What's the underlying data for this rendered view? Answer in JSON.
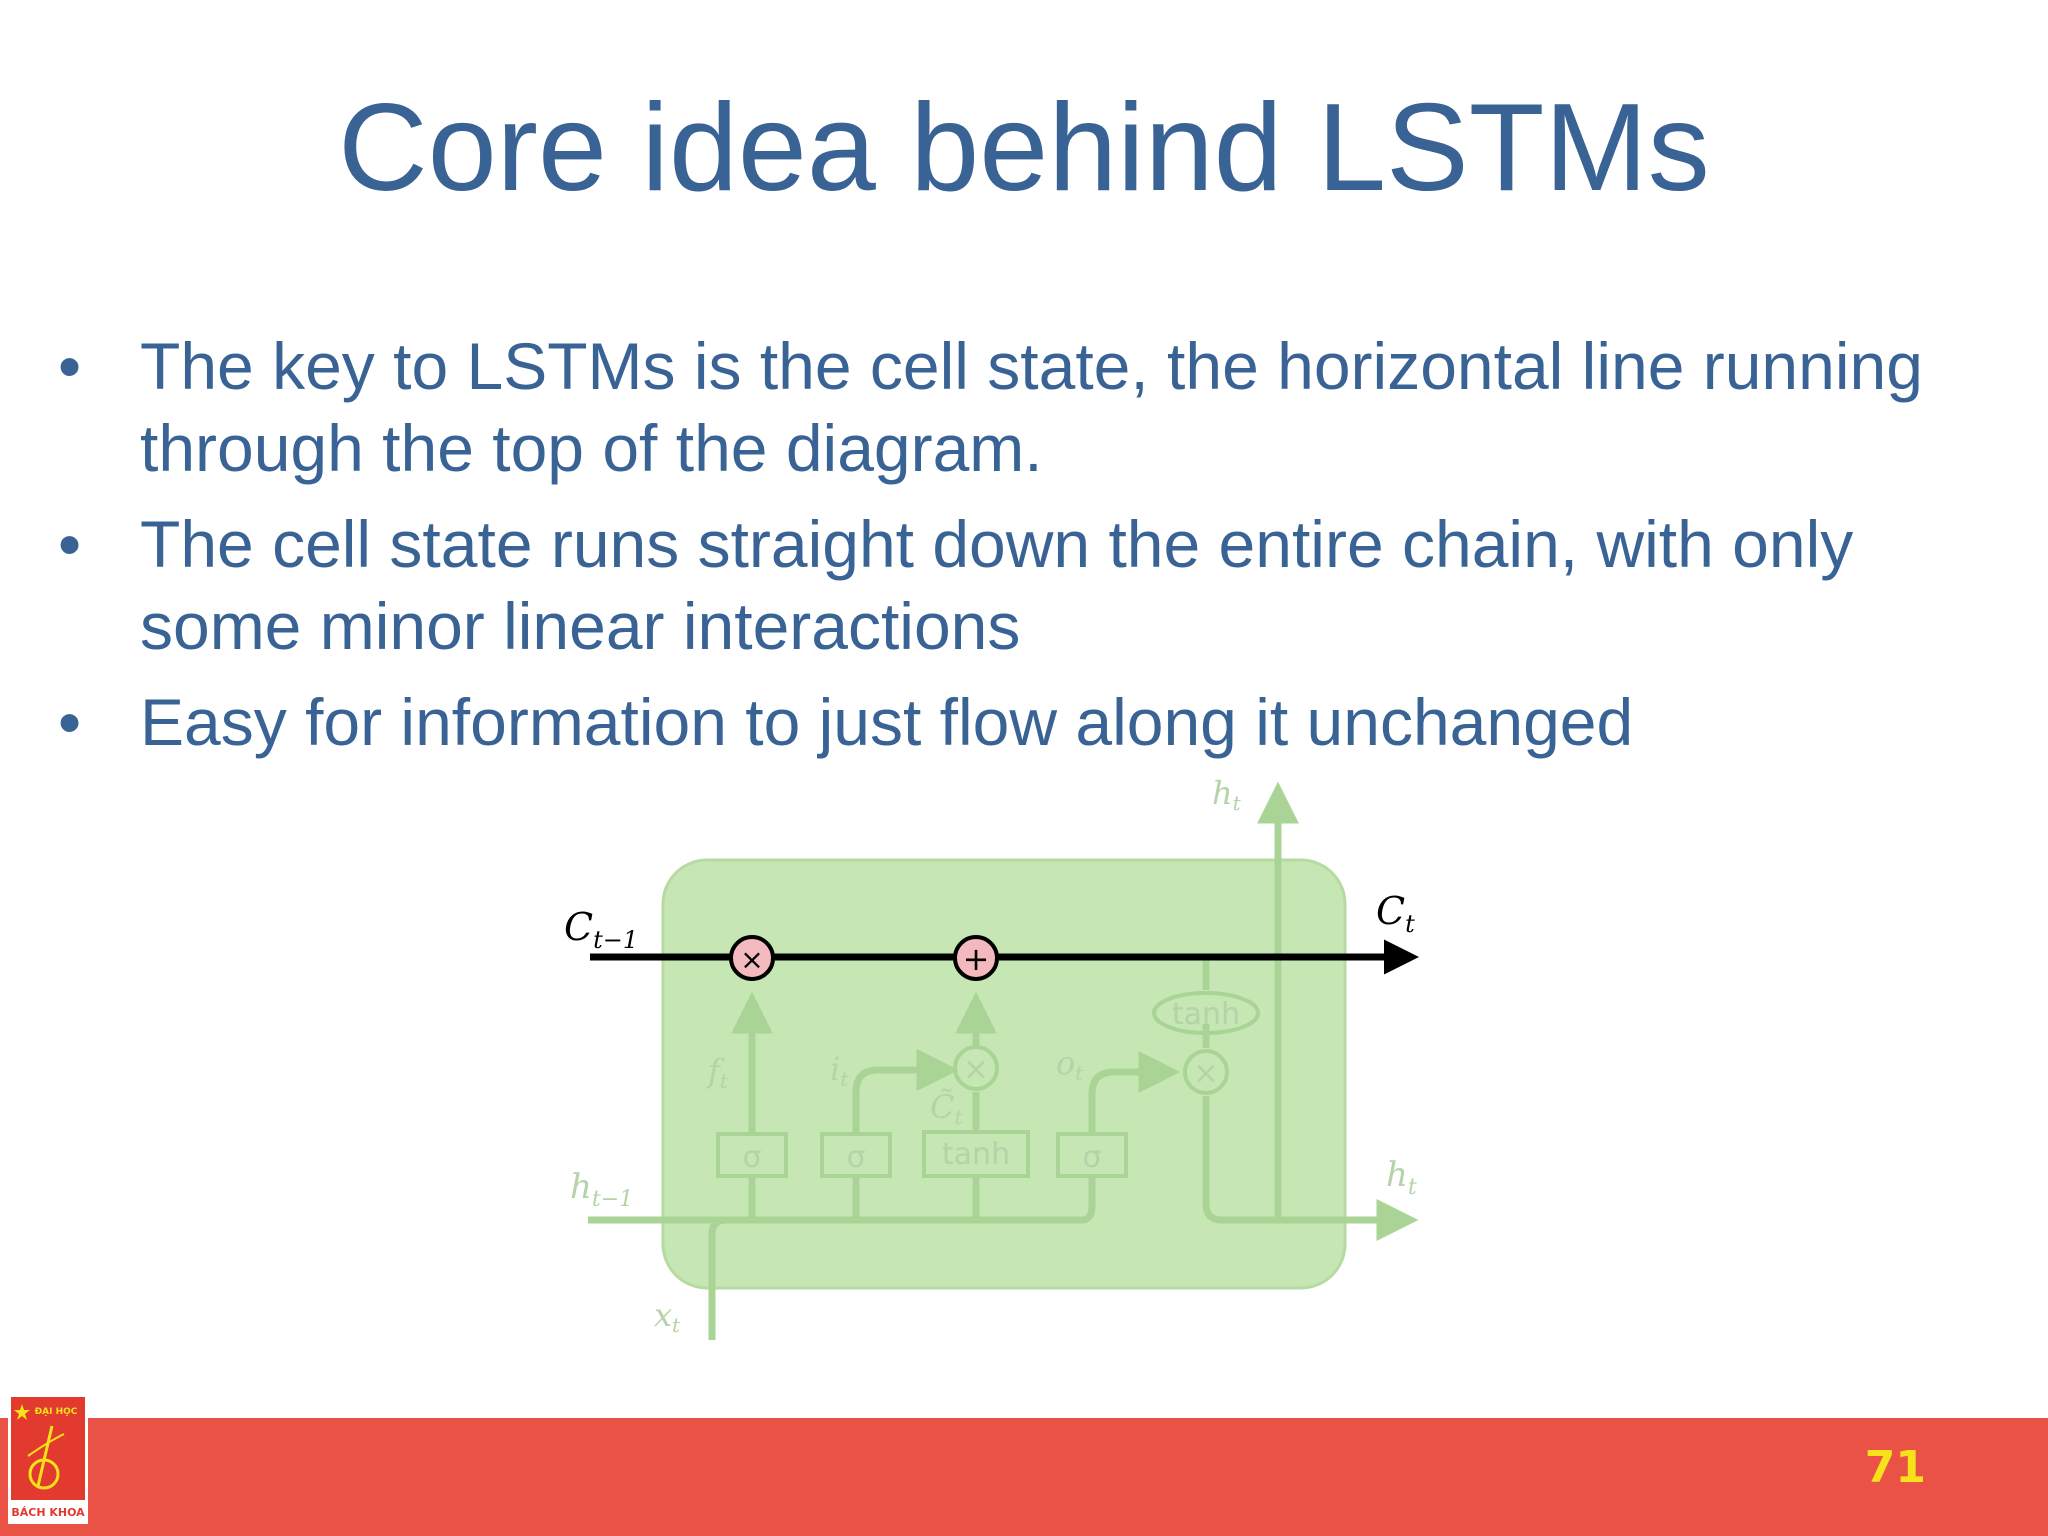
{
  "slide": {
    "title": "Core idea behind LSTMs",
    "bullets": [
      "The key to LSTMs is the cell state, the horizontal line running through the top of the diagram.",
      "The cell state runs straight down the entire chain, with only some minor linear interactions",
      "Easy for information to just flow along it unchanged"
    ],
    "bullet_symbol": "•"
  },
  "diagram": {
    "labels": {
      "c_prev": "C",
      "c_prev_sub": "t−1",
      "c_next": "C",
      "c_next_sub": "t",
      "h_prev": "h",
      "h_prev_sub": "t−1",
      "h_out_right": "h",
      "h_out_right_sub": "t",
      "h_out_top": "h",
      "h_out_top_sub": "t",
      "x_in": "x",
      "x_in_sub": "t",
      "f_gate": "f",
      "f_gate_sub": "t",
      "i_gate": "i",
      "i_gate_sub": "t",
      "o_gate": "o",
      "o_gate_sub": "t",
      "c_tilde": "C̃",
      "c_tilde_sub": "t",
      "sigma": "σ",
      "tanh": "tanh",
      "times": "×",
      "plus": "+"
    },
    "colors": {
      "cell_fill": "#c6e6b4",
      "faded_line": "#a9d496",
      "faded_text": "#b5d2a8",
      "highlight_line": "#000000",
      "multiply_node": "#f3b9be"
    }
  },
  "footer": {
    "page_number": "71",
    "logo_text_top": "ĐẠI HỌC",
    "logo_text_bottom": "BÁCH KHOA",
    "bar_color": "#ea5245",
    "number_color": "#f6e21a"
  }
}
